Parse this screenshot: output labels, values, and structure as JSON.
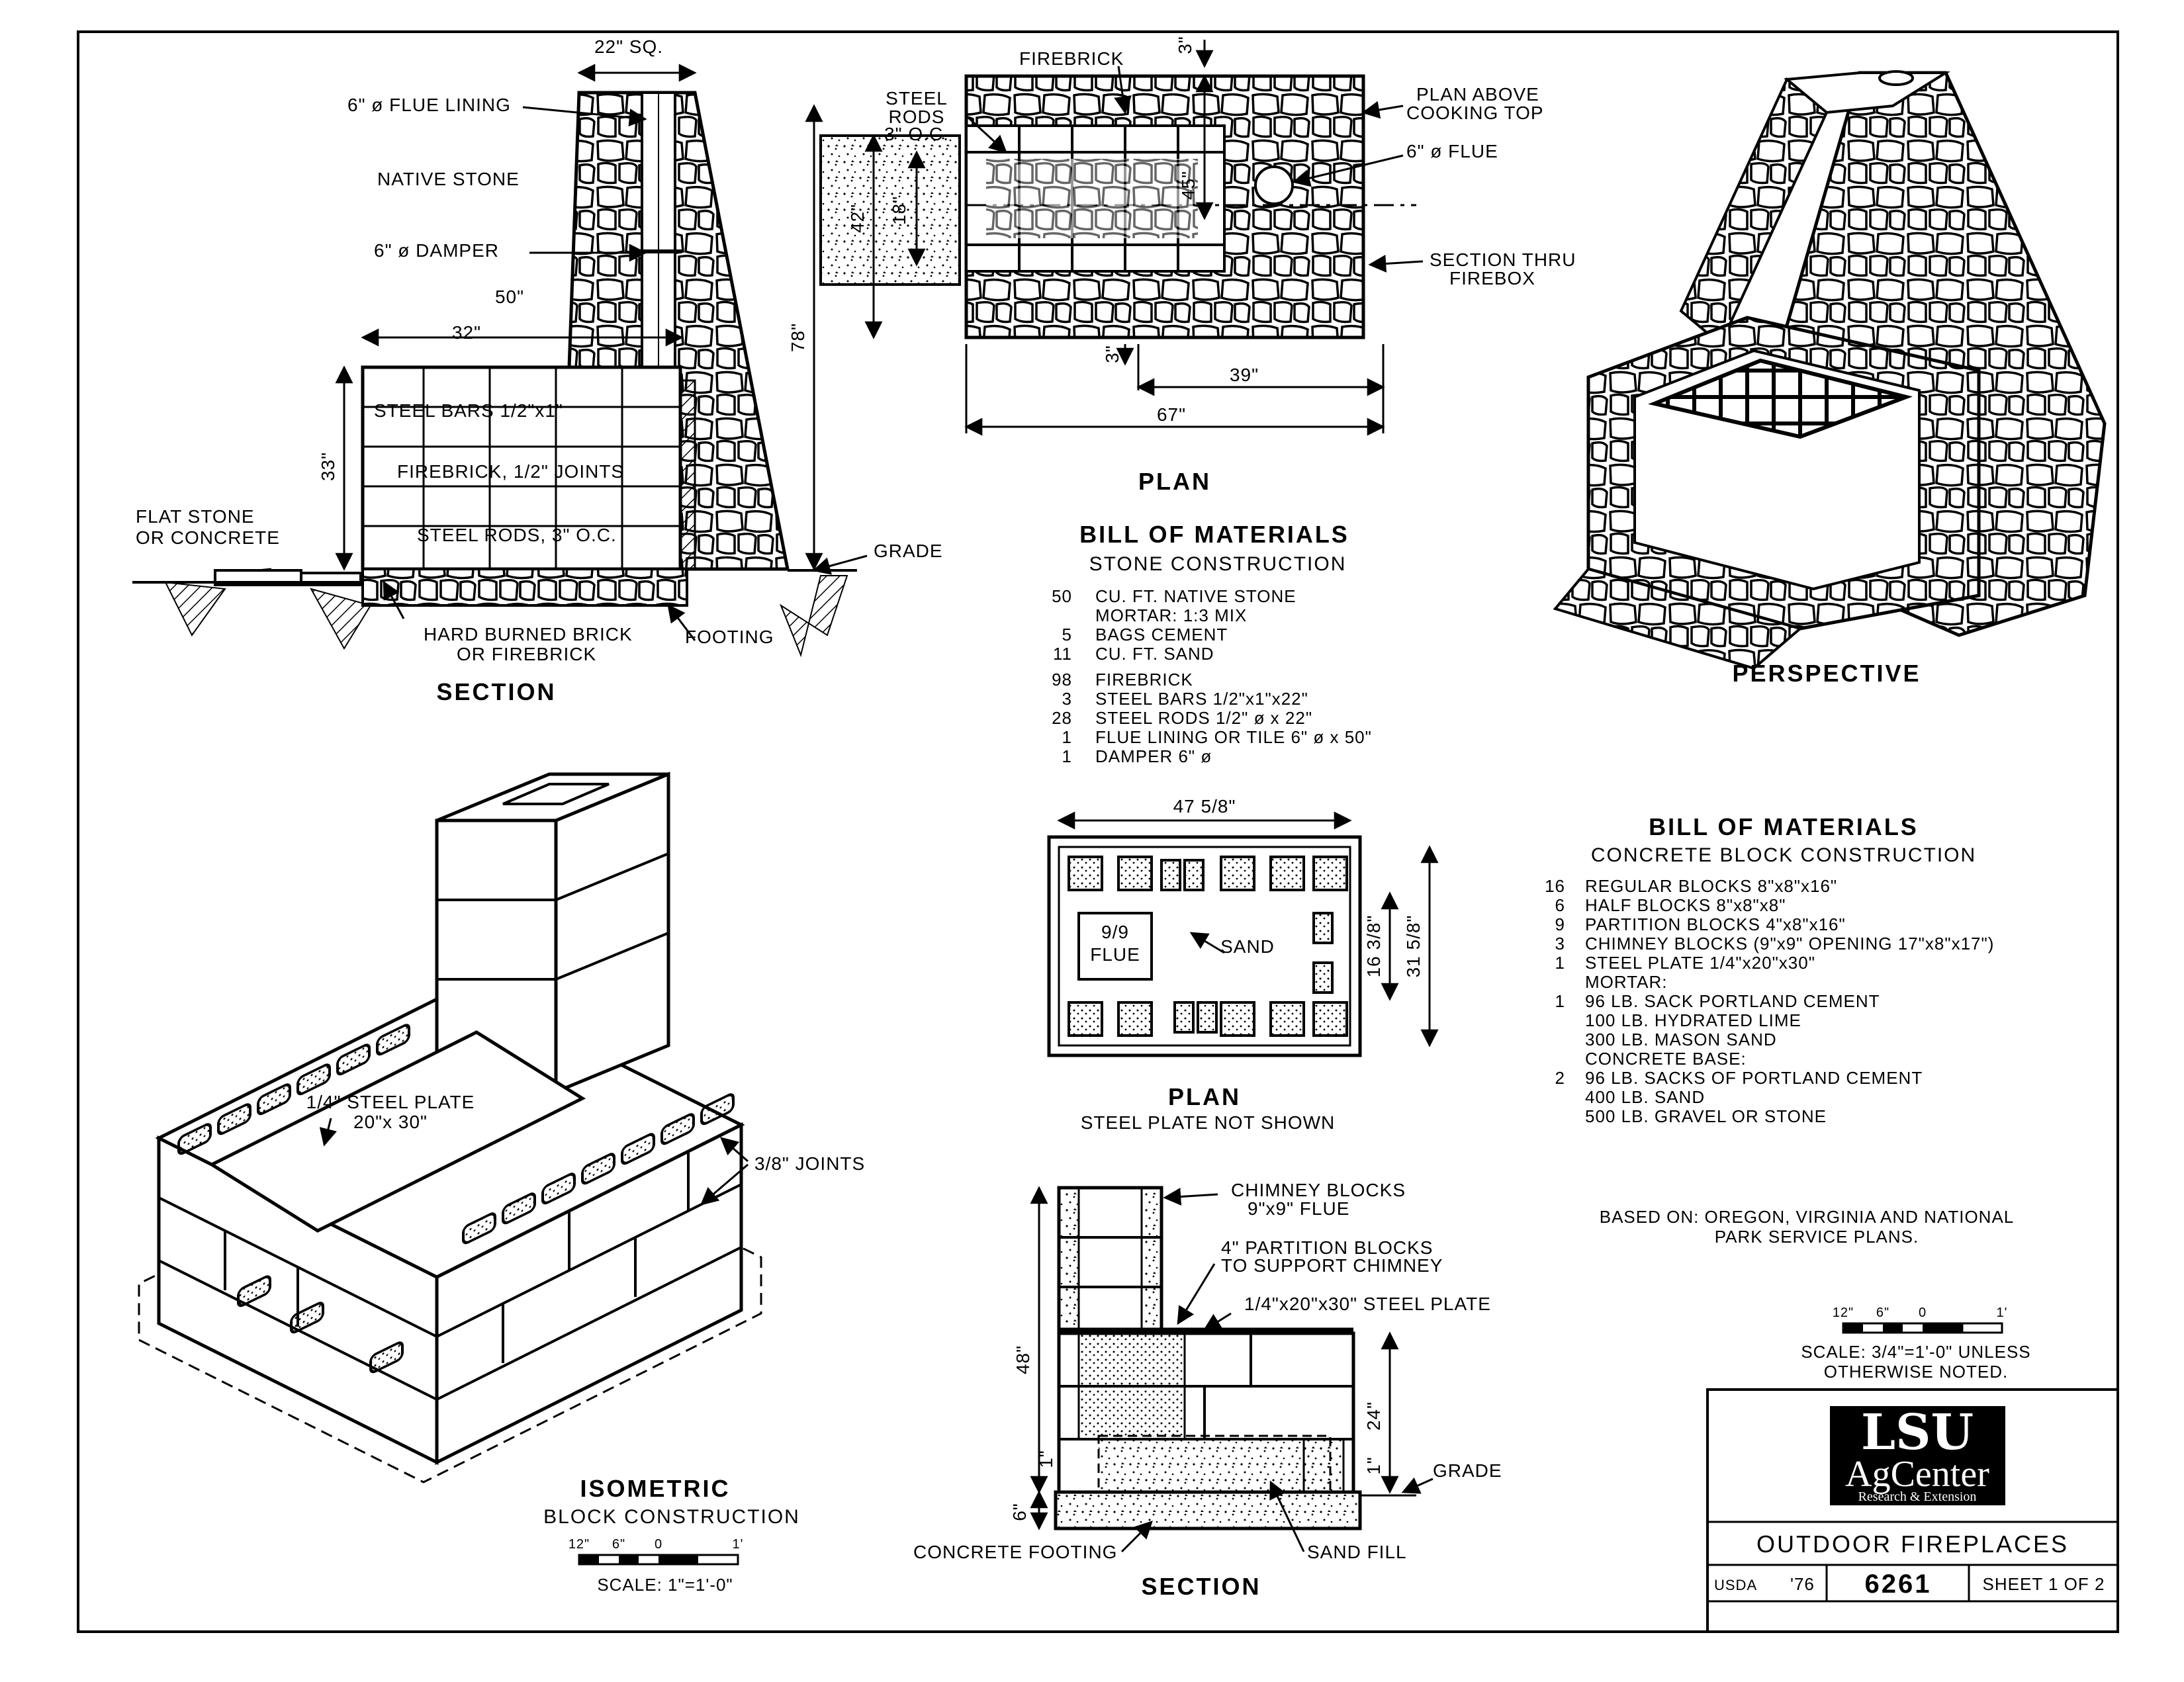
{
  "section": {
    "title": "SECTION",
    "labels": {
      "sq": "22\" SQ.",
      "flue_lining": "6\" ø FLUE LINING",
      "native_stone": "NATIVE STONE",
      "damper": "6\" ø DAMPER",
      "w50": "50\"",
      "w32": "32\"",
      "h78": "78\"",
      "h33": "33\"",
      "steel_bars": "STEEL BARS 1/2\"x1\"",
      "firebrick": "FIREBRICK, 1/2\" JOINTS",
      "steel_rods": "STEEL RODS, 3\" O.C.",
      "flat_stone_1": "FLAT STONE",
      "flat_stone_2": "OR CONCRETE",
      "grade": "GRADE",
      "hard_brick_1": "HARD BURNED BRICK",
      "hard_brick_2": "OR FIREBRICK",
      "footing": "FOOTING"
    }
  },
  "plan": {
    "title": "PLAN",
    "labels": {
      "firebrick": "FIREBRICK",
      "steel_rods_1": "STEEL",
      "steel_rods_2": "RODS",
      "steel_rods_3": "3\" O.C.",
      "d3a": "3\"",
      "plan_above_1": "PLAN ABOVE",
      "plan_above_2": "COOKING TOP",
      "flue": "6\" ø FLUE",
      "d45": "45\"",
      "d42": "42\"",
      "d18": "18\"",
      "section_thru_1": "SECTION THRU",
      "section_thru_2": "FIREBOX",
      "d3b": "3\"",
      "d39": "39\"",
      "d67": "67\""
    }
  },
  "bom_stone": {
    "title": "BILL OF MATERIALS",
    "subtitle": "STONE CONSTRUCTION",
    "rows": [
      {
        "qty": "50",
        "item": "CU. FT. NATIVE STONE"
      },
      {
        "qty": "",
        "item": "MORTAR: 1:3 MIX"
      },
      {
        "qty": "5",
        "item": "BAGS CEMENT"
      },
      {
        "qty": "11",
        "item": "CU. FT. SAND"
      },
      {
        "qty": "98",
        "item": "FIREBRICK"
      },
      {
        "qty": "3",
        "item": "STEEL BARS 1/2\"x1\"x22\""
      },
      {
        "qty": "28",
        "item": "STEEL RODS 1/2\" ø x 22\""
      },
      {
        "qty": "1",
        "item": "FLUE LINING OR TILE 6\" ø x 50\""
      },
      {
        "qty": "1",
        "item": "DAMPER 6\" ø"
      }
    ]
  },
  "perspective": {
    "title": "PERSPECTIVE"
  },
  "block_plan": {
    "title": "PLAN",
    "subtitle": "STEEL PLATE NOT SHOWN",
    "labels": {
      "w": "47 5/8\"",
      "h1": "16 3/8\"",
      "h2": "31 5/8\"",
      "flue_1": "9/9",
      "flue_2": "FLUE",
      "sand": "SAND"
    }
  },
  "bom_block": {
    "title": "BILL OF MATERIALS",
    "subtitle": "CONCRETE BLOCK CONSTRUCTION",
    "rows": [
      {
        "qty": "16",
        "item": "REGULAR BLOCKS 8\"x8\"x16\""
      },
      {
        "qty": "6",
        "item": "HALF BLOCKS 8\"x8\"x8\""
      },
      {
        "qty": "9",
        "item": "PARTITION BLOCKS 4\"x8\"x16\""
      },
      {
        "qty": "3",
        "item": "CHIMNEY BLOCKS (9\"x9\" OPENING 17\"x8\"x17\")"
      },
      {
        "qty": "1",
        "item": "STEEL PLATE 1/4\"x20\"x30\""
      },
      {
        "qty": "",
        "item": "MORTAR:"
      },
      {
        "qty": "1",
        "item": "96 LB. SACK PORTLAND CEMENT"
      },
      {
        "qty": "",
        "item": "100 LB. HYDRATED LIME"
      },
      {
        "qty": "",
        "item": "300 LB. MASON SAND"
      },
      {
        "qty": "",
        "item": "CONCRETE BASE:"
      },
      {
        "qty": "2",
        "item": "96 LB. SACKS OF PORTLAND CEMENT"
      },
      {
        "qty": "",
        "item": "400 LB. SAND"
      },
      {
        "qty": "",
        "item": "500 LB. GRAVEL OR STONE"
      }
    ]
  },
  "based_on": {
    "line1": "BASED ON: OREGON, VIRGINIA AND NATIONAL",
    "line2": "PARK SERVICE PLANS."
  },
  "scale_main": {
    "ticks": [
      "12\"",
      "6\"",
      "0",
      "1'"
    ],
    "line1": "SCALE: 3/4\"=1'-0\" UNLESS",
    "line2": "OTHERWISE NOTED."
  },
  "isometric": {
    "title": "ISOMETRIC",
    "subtitle": "BLOCK CONSTRUCTION",
    "plate_1": "1/4\" STEEL PLATE",
    "plate_2": "20\"x 30\"",
    "joints": "3/8\" JOINTS",
    "ticks": [
      "12\"",
      "6\"",
      "0",
      "1'"
    ],
    "scale": "SCALE: 1\"=1'-0\""
  },
  "block_section": {
    "title": "SECTION",
    "labels": {
      "chimney_1": "CHIMNEY BLOCKS",
      "chimney_2": "9\"x9\" FLUE",
      "partition_1": "4\" PARTITION BLOCKS",
      "partition_2": "TO SUPPORT CHIMNEY",
      "plate": "1/4\"x20\"x30\" STEEL PLATE",
      "h48": "48\"",
      "h24": "24\"",
      "d1a": "1\"",
      "d1b": "1\"",
      "d6": "6\"",
      "grade": "GRADE",
      "footing": "CONCRETE FOOTING",
      "sand_fill": "SAND FILL"
    }
  },
  "title_block": {
    "logo_1": "LSU",
    "logo_2": "AgCenter",
    "logo_3": "Research & Extension",
    "title": "OUTDOOR FIREPLACES",
    "agency": "USDA",
    "year": "'76",
    "number": "6261",
    "sheet": "SHEET 1 OF 2"
  },
  "colors": {
    "ink": "#000000",
    "paper": "#ffffff"
  }
}
